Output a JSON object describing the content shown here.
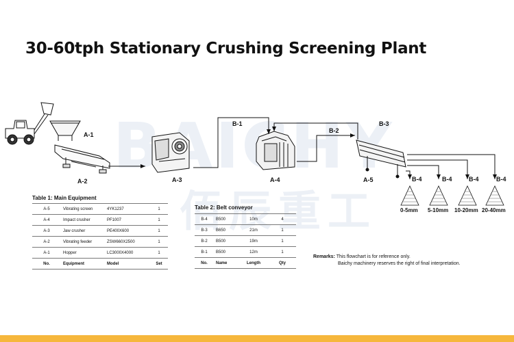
{
  "title": "30-60tph Stationary Crushing Screening Plant",
  "watermark": {
    "latin": "BAICHY",
    "chinese": "佰辰重工"
  },
  "equipment_labels": {
    "a1": "A-1",
    "a2": "A-2",
    "a3": "A-3",
    "a4": "A-4",
    "a5": "A-5"
  },
  "conveyor_labels": {
    "b1": "B-1",
    "b2": "B-2",
    "b3": "B-3",
    "b4a": "B-4",
    "b4b": "B-4",
    "b4c": "B-4",
    "b4d": "B-4"
  },
  "products": [
    "0-5mm",
    "5-10mm",
    "10-20mm",
    "20-40mm"
  ],
  "table1": {
    "caption": "Table 1: Main Equipment",
    "rows": [
      [
        "A-5",
        "Vibrating screen",
        "4YK1237",
        "1"
      ],
      [
        "A-4",
        "Impact crusher",
        "PF1007",
        "1"
      ],
      [
        "A-3",
        "Jaw crusher",
        "PE400X600",
        "1"
      ],
      [
        "A-2",
        "Vibrating feeder",
        "ZSW660X2500",
        "1"
      ],
      [
        "A-1",
        "Hopper",
        "LC3000X4000",
        "1"
      ]
    ],
    "header": [
      "No.",
      "Equipment",
      "Model",
      "Set"
    ]
  },
  "table2": {
    "caption": "Table 2: Belt conveyor",
    "rows": [
      [
        "B-4",
        "B500",
        "10m",
        "4"
      ],
      [
        "B-3",
        "B650",
        "21m",
        "1"
      ],
      [
        "B-2",
        "B500",
        "19m",
        "1"
      ],
      [
        "B-1",
        "B500",
        "12m",
        "1"
      ]
    ],
    "header": [
      "No.",
      "Name",
      "Length",
      "Qty"
    ]
  },
  "remarks": {
    "label": "Remarks:",
    "line1": "This flowchart is for reference only.",
    "line2": "Baichy machinery reserves the right of final interpretation."
  },
  "colors": {
    "accent_bar": "#f6b73c",
    "watermark": "#ecf0f6",
    "line": "#111111"
  }
}
